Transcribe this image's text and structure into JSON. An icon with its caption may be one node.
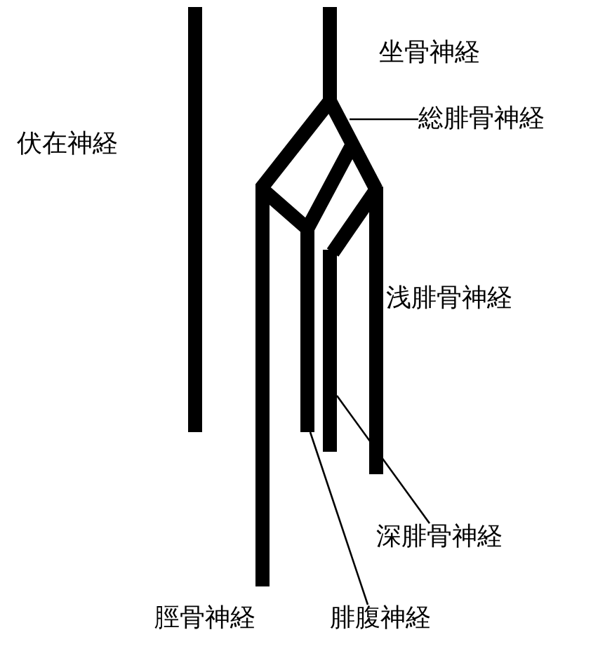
{
  "diagram": {
    "nodes": [
      {
        "text": [
          "総腓骨神経"
        ]
      },
      {
        "text": [],
        "shape": "bar"
      },
      {
        "text": [
          "深腓骨神経"
        ]
      },
      {
        "text": [],
        "shape": "bar"
      },
      {
        "text": [
          "腓腹神経"
        ]
      },
      {
        "text": [],
        "shape": "bar"
      }
    ],
    "edges": [
      {
        "from": 0,
        "to": 1,
        "arrow": "none"
      },
      {
        "from": 2,
        "to": 3,
        "arrow": "none"
      },
      {
        "from": 4,
        "to": 5,
        "arrow": "none"
      }
    ],
    "labels": [
      "坐骨神経",
      "伏在神経",
      "浅腓骨神経",
      "脛骨神経"
    ]
  }
}
